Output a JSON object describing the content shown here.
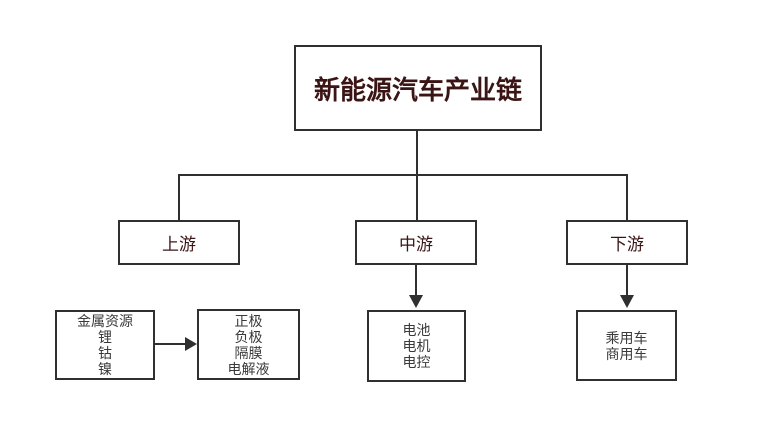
{
  "diagram": {
    "title": "新能源汽车产业链",
    "level1": [
      {
        "label": "上游"
      },
      {
        "label": "中游"
      },
      {
        "label": "下游"
      }
    ],
    "detail_boxes": {
      "metal_resources": {
        "lines": [
          "金属资源",
          "锂",
          "钴",
          "镍"
        ]
      },
      "battery_materials": {
        "lines": [
          "正极",
          "负极",
          "隔膜",
          "电解液"
        ]
      },
      "midstream_components": {
        "lines": [
          "电池",
          "电机",
          "电控"
        ]
      },
      "downstream_vehicles": {
        "lines": [
          "乘用车",
          "商用车"
        ]
      }
    },
    "colors": {
      "title_text": "#3b1515",
      "level1_text": "#3b1515",
      "detail_text": "#3a3a3a",
      "box_border": "#303030",
      "connector": "#303030",
      "background": "#ffffff"
    }
  }
}
